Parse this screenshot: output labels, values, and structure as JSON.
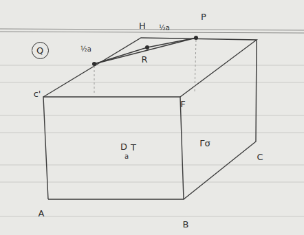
{
  "diagram": {
    "nodes": [
      {
        "text": [
          "Q"
        ]
      }
    ],
    "labels": [
      "H",
      "½a",
      "P",
      "½a",
      "R",
      "c'",
      "F",
      "D",
      "a",
      "T",
      "Γσ",
      "A",
      "B",
      "C"
    ]
  }
}
